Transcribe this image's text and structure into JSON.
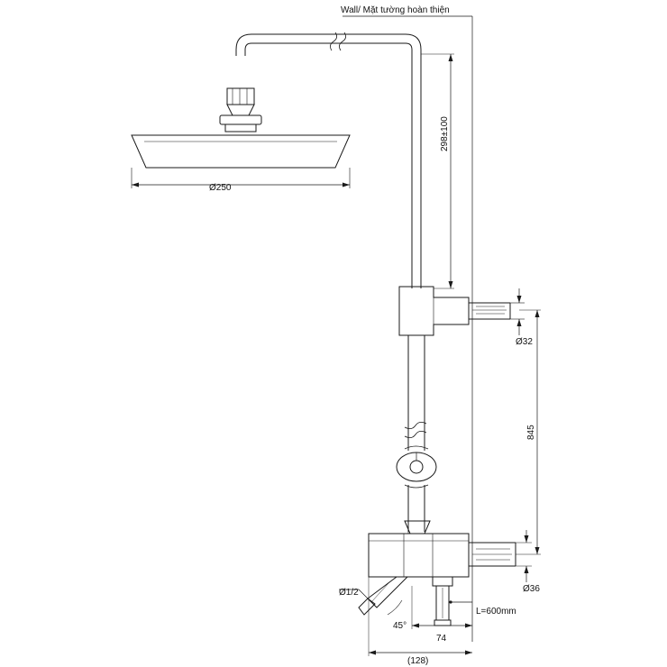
{
  "drawing": {
    "title": "Shower column technical dimension drawing",
    "labels": {
      "wall": "Wall/ Mặt tường hoàn thiện",
      "head_dia": "Ø250",
      "riser_height": "298±100",
      "spout_dia": "Ø32",
      "total_height": "845",
      "body_dia": "Ø36",
      "hose_length": "L=600mm",
      "inlet_dia": "Ø1/2",
      "angle": "45°",
      "depth_74": "74",
      "depth_128": "(128)"
    }
  }
}
